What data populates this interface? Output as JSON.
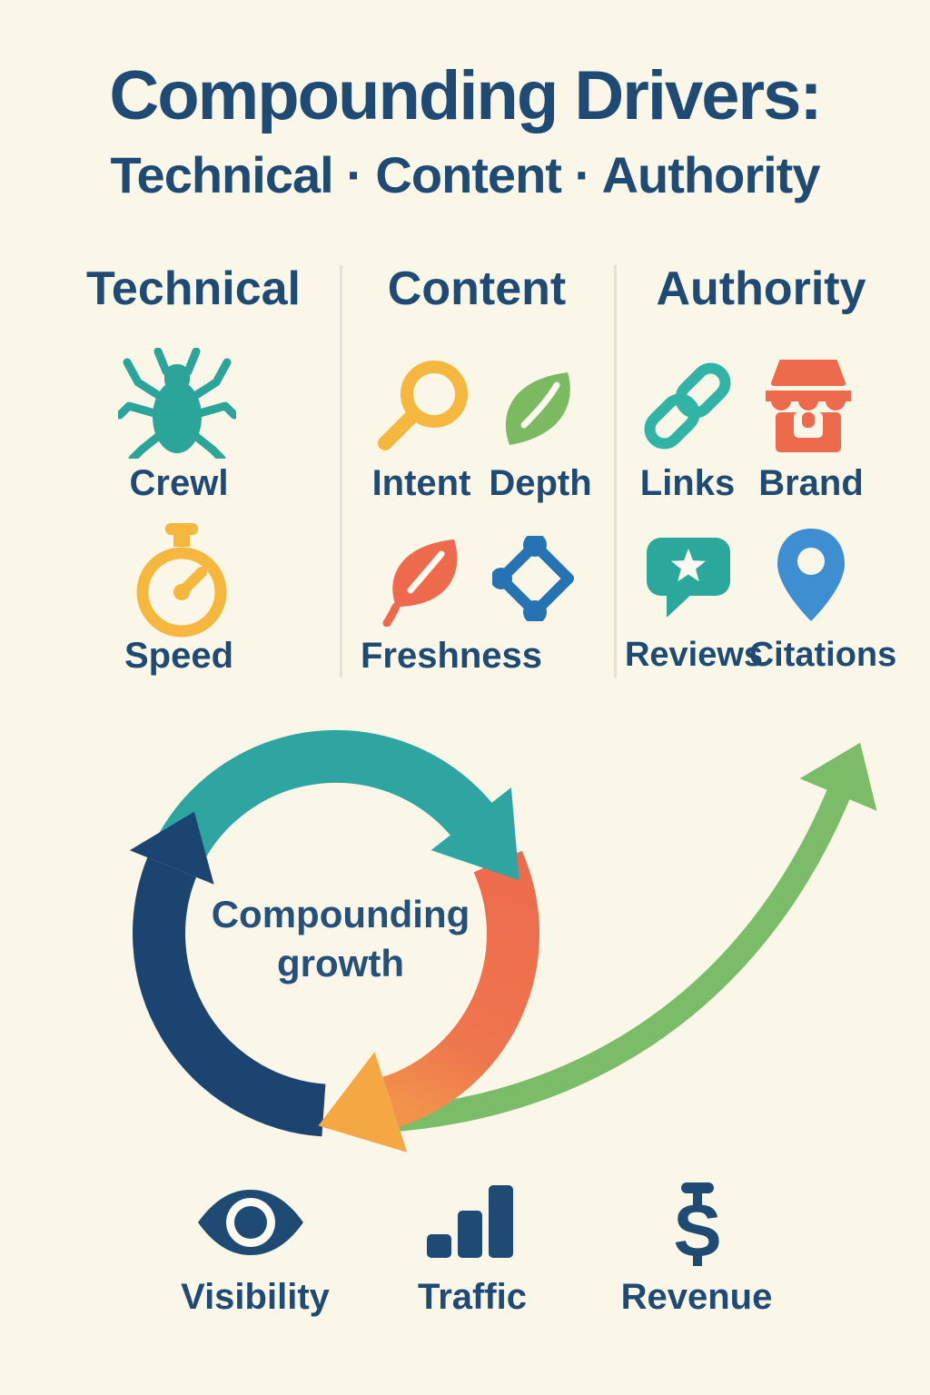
{
  "header": {
    "title": "Compounding Drivers:",
    "subtitle": "Technical · Content · Authority"
  },
  "pillars": {
    "technical": {
      "header": "Technical",
      "row1": {
        "icon": "bug-icon",
        "label": "Crewl"
      },
      "row2": {
        "icon": "stopwatch-icon",
        "label": "Speed"
      }
    },
    "content": {
      "header": "Content",
      "row1": [
        {
          "icon": "magnifier-icon",
          "label": "Intent"
        },
        {
          "icon": "leaf-icon",
          "label": "Depth"
        }
      ],
      "row2": {
        "icons": [
          "leaf-icon",
          "network-diamond-icon"
        ],
        "label": "Freshness"
      }
    },
    "authority": {
      "header": "Authority",
      "row1": [
        {
          "icon": "chain-link-icon",
          "label": "Links"
        },
        {
          "icon": "storefront-icon",
          "label": "Brand"
        }
      ],
      "row2": [
        {
          "icon": "review-bubble-star-icon",
          "label": "Reviews"
        },
        {
          "icon": "map-pin-icon",
          "label": "Citations"
        }
      ]
    }
  },
  "cycle": {
    "label_line1": "Compounding",
    "label_line2": "growth"
  },
  "outcomes": [
    {
      "icon": "eye-icon",
      "label": "Visibility"
    },
    {
      "icon": "bar-chart-icon",
      "label": "Traffic"
    },
    {
      "icon": "dollar-icon",
      "label": "Revenue",
      "glyph": "S"
    }
  ],
  "colors": {
    "background": "#faf7e9",
    "navy_text": "#1e4a73",
    "navy_arc": "#1c4470",
    "teal": "#2ba49a",
    "teal_arc": "#2fa5a2",
    "teal_bright": "#31b4a6",
    "yellow": "#f6b73e",
    "orange": "#ed6b4c",
    "arrow_yellow": "#f5a743",
    "green_leaf": "#7cba62",
    "green_arrow": "#7abc67",
    "blue": "#2673b4",
    "blue_pin": "#3d8fd2",
    "divider": "#e4e2d9"
  }
}
